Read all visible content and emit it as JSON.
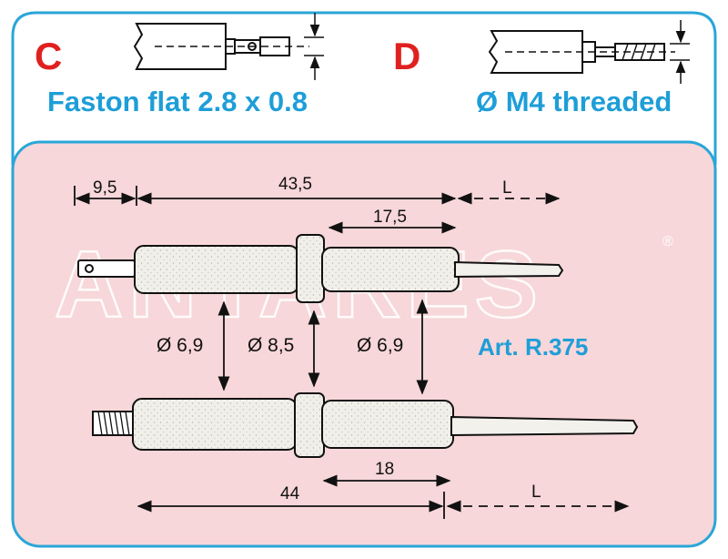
{
  "variants": [
    {
      "letter": "C",
      "caption": "Faston flat 2.8 x 0.8"
    },
    {
      "letter": "D",
      "caption": "Ø M4 threaded"
    }
  ],
  "dimensions": {
    "top_left_length": "9,5",
    "top_body_length": "43,5",
    "top_rear_length": "17,5",
    "top_wire_length": "L",
    "bottom_body_length": "44",
    "bottom_rear_length": "18",
    "bottom_wire_length": "L",
    "diameter_front": "Ø 6,9",
    "diameter_collar": "Ø 8,5",
    "diameter_rear": "Ø 6,9"
  },
  "article": "Art. R.375",
  "watermark": "ANTARES",
  "colors": {
    "frame": "#2aa6d8",
    "letters": "#e02020",
    "captions": "#1e9ed8",
    "panel": "#f7d7d9",
    "ink": "#111111",
    "ceramic": "#f1efe9"
  }
}
